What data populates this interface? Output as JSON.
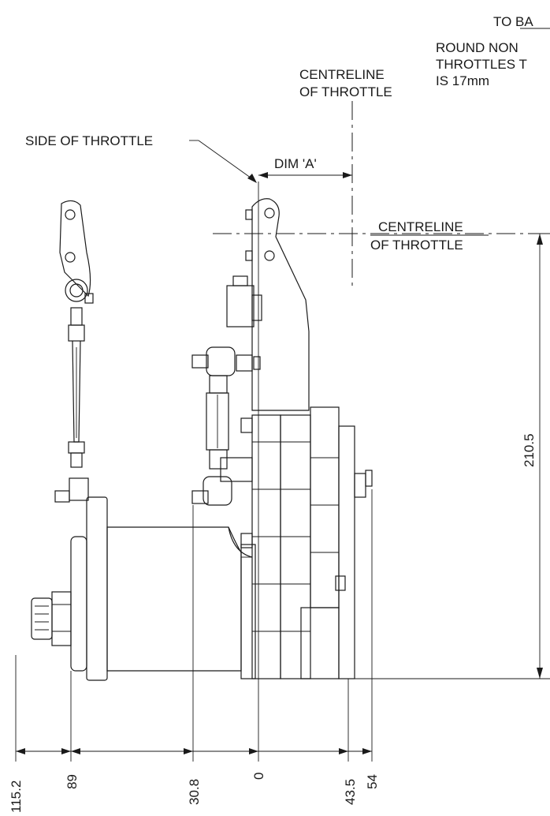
{
  "annotations": {
    "to_ba": "TO BA",
    "round_non": "ROUND NON",
    "throttles_t": "THROTTLES T",
    "is_17mm": "IS 17mm",
    "centreline_top_1": "CENTRELINE",
    "centreline_top_2": "OF THROTTLE",
    "side_of_throttle": "SIDE OF THROTTLE",
    "dim_a": "DIM 'A'",
    "centreline_right_1": "CENTRELINE",
    "centreline_right_2": "OF THROTTLE"
  },
  "dimensions": {
    "height": "210.5",
    "d_115": "115.2",
    "d_89": "89",
    "d_30": "30.8",
    "d_0": "0",
    "d_43": "43.5",
    "d_54": "54"
  }
}
